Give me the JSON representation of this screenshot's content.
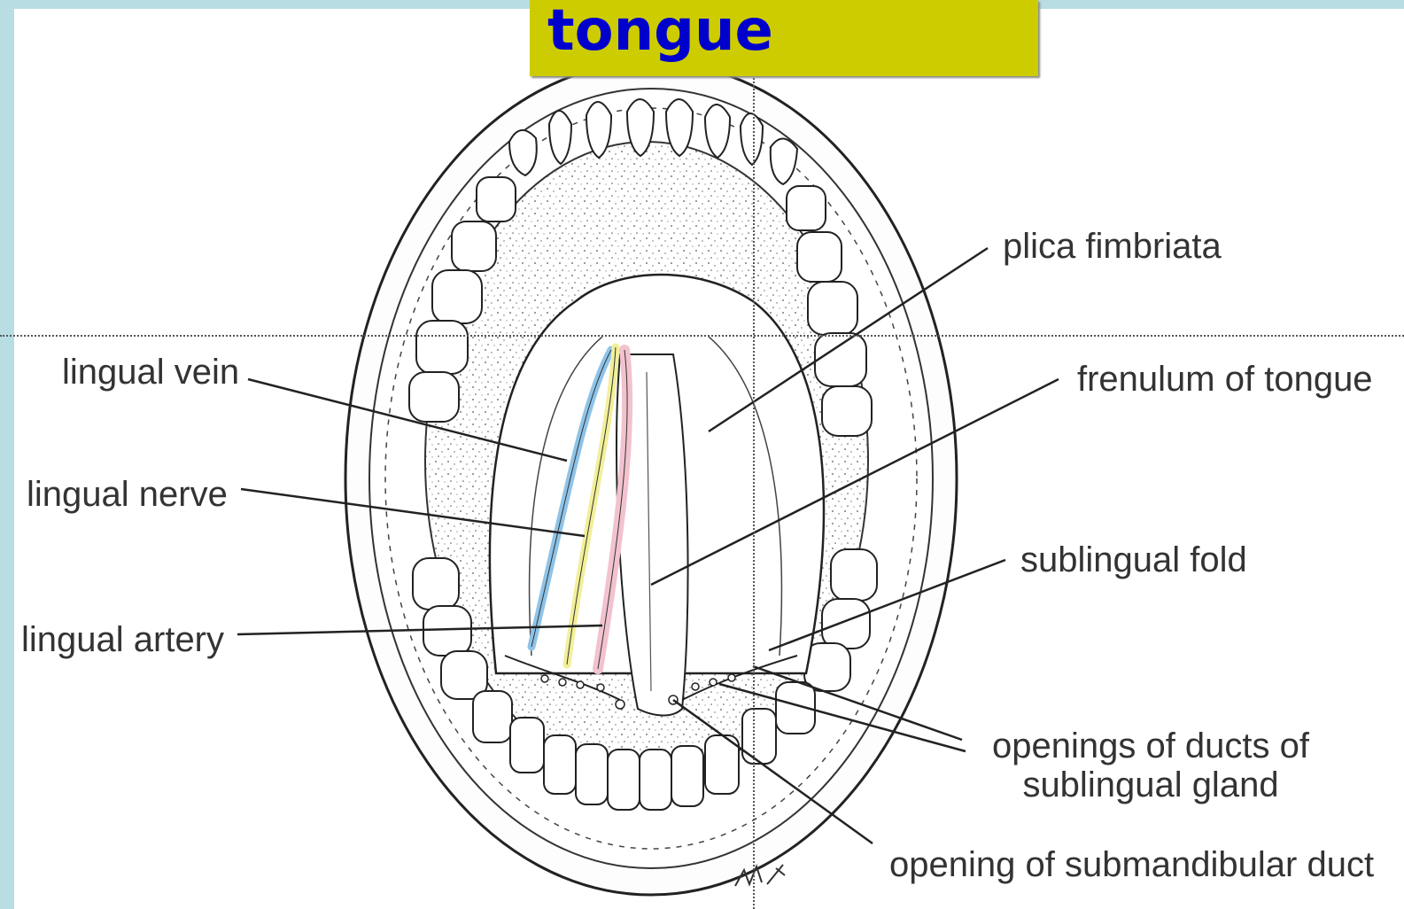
{
  "title": "tongue",
  "colors": {
    "title_box": "#cccc00",
    "title_text": "#0000cc",
    "frame": "#b8dde3",
    "vein": "#8ec3e8",
    "nerve": "#f2ef9a",
    "artery": "#f2c2cf"
  },
  "labels": {
    "lingual_vein": "lingual vein",
    "lingual_nerve": "lingual nerve",
    "lingual_artery": "lingual artery",
    "plica_fimbriata": "plica fimbriata",
    "frenulum_of_tongue": "frenulum of tongue",
    "sublingual_fold": "sublingual fold",
    "openings_of_ducts_line1": "openings of ducts of",
    "openings_of_ducts_line2": "sublingual gland",
    "opening_of_submandibular_duct": "opening of submandibular duct"
  }
}
